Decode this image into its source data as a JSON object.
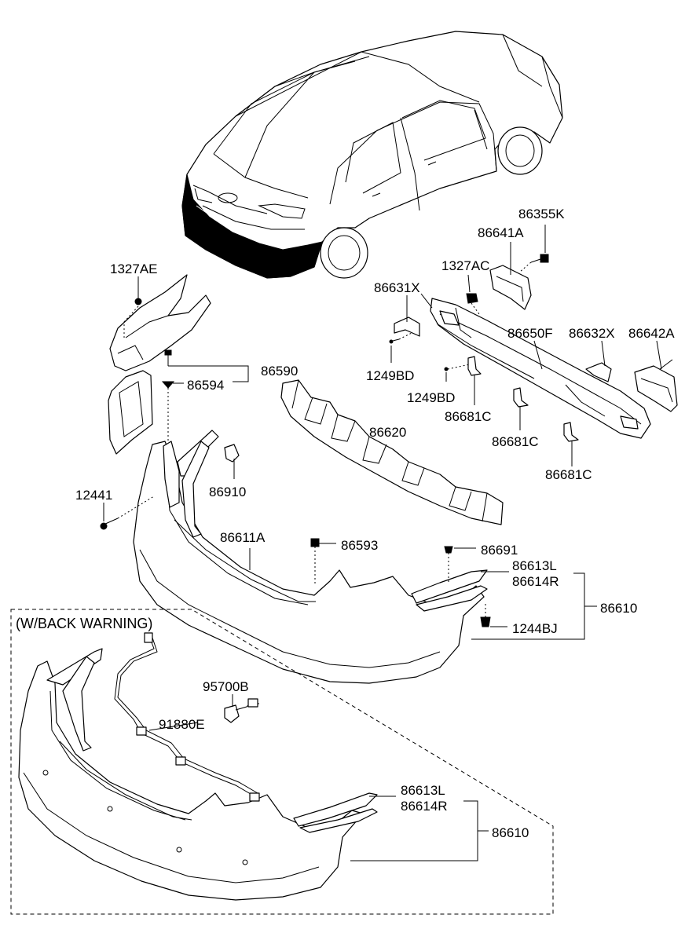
{
  "section_label": "(W/BACK WARNING)",
  "labels": {
    "l_86355K": "86355K",
    "l_86641A": "86641A",
    "l_1327AC": "1327AC",
    "l_1327AE": "1327AE",
    "l_86631X": "86631X",
    "l_86650F": "86650F",
    "l_86632X": "86632X",
    "l_86642A": "86642A",
    "l_1249BD_a": "1249BD",
    "l_1249BD_b": "1249BD",
    "l_86681C_a": "86681C",
    "l_86681C_b": "86681C",
    "l_86681C_c": "86681C",
    "l_86590": "86590",
    "l_86594": "86594",
    "l_86620": "86620",
    "l_86910": "86910",
    "l_12441": "12441",
    "l_86611A": "86611A",
    "l_86593": "86593",
    "l_86691": "86691",
    "l_86613L_a": "86613L",
    "l_86614R_a": "86614R",
    "l_86610_a": "86610",
    "l_1244BJ": "1244BJ",
    "l_95700B": "95700B",
    "l_91880E": "91880E",
    "l_86613L_b": "86613L",
    "l_86614R_b": "86614R",
    "l_86610_b": "86610"
  }
}
